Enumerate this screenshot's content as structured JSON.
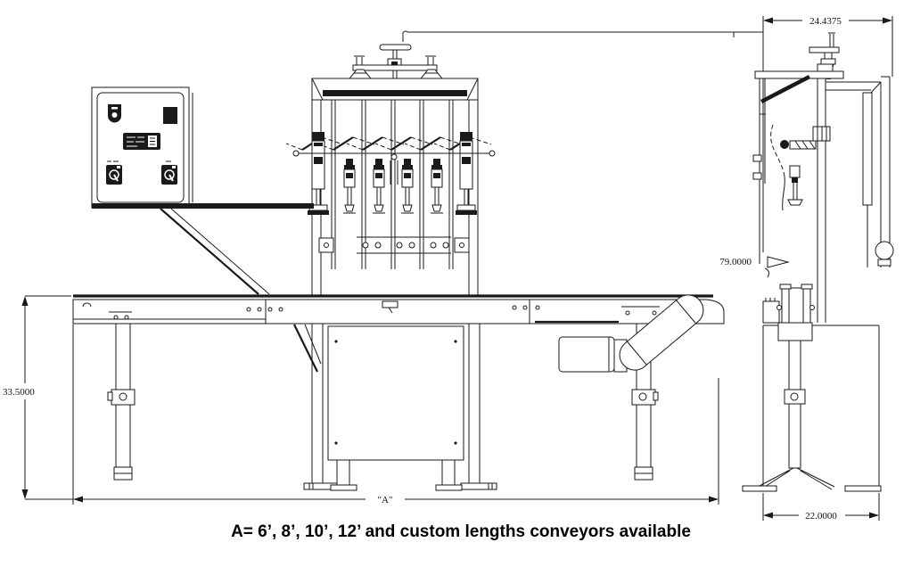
{
  "drawing": {
    "colors": {
      "line": "#1a1a1a",
      "background": "#ffffff",
      "caption_text": "#000000"
    },
    "dimensions": {
      "side_top_width": "24.4375",
      "overall_height": "79.0000",
      "conveyor_height": "33.5000",
      "side_base_width": "22.0000",
      "conveyor_length": "\"A\""
    },
    "caption": "A= 6’, 8’, 10’, 12’ and custom lengths conveyors available"
  }
}
